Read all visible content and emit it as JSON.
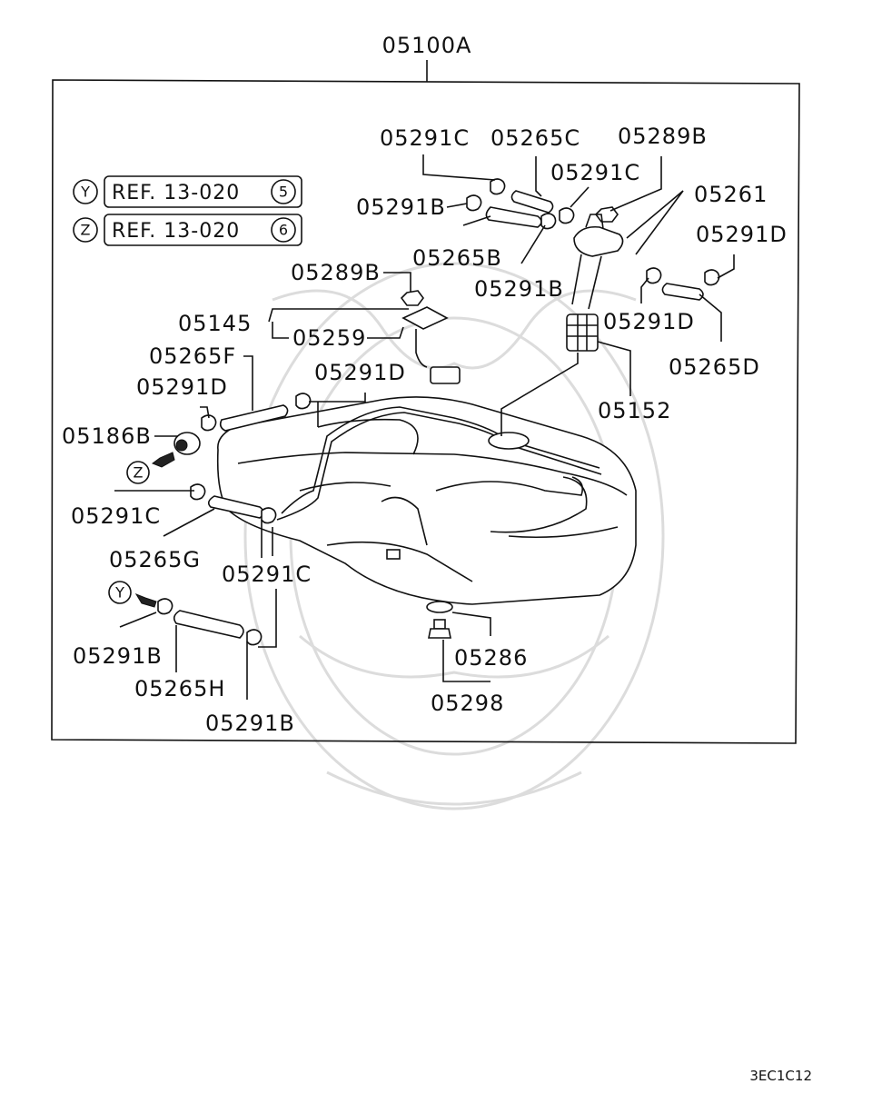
{
  "assembly_label": "05100A",
  "refs": [
    {
      "letter": "Y",
      "text": "REF. 13-020",
      "num": "5"
    },
    {
      "letter": "Z",
      "text": "REF. 13-020",
      "num": "6"
    }
  ],
  "arrow_markers": [
    "Z",
    "Y"
  ],
  "parts": {
    "p_05291C_a": "05291C",
    "p_05265C": "05265C",
    "p_05289B_a": "05289B",
    "p_05291C_b": "05291C",
    "p_05261": "05261",
    "p_05291B_a": "05291B",
    "p_05291D_a": "05291D",
    "p_05265B": "05265B",
    "p_05291B_b": "05291B",
    "p_05289B_b": "05289B",
    "p_05291D_b": "05291D",
    "p_05145": "05145",
    "p_05259": "05259",
    "p_05265D": "05265D",
    "p_05265F": "05265F",
    "p_05291D_c": "05291D",
    "p_05291D_d": "05291D",
    "p_05152": "05152",
    "p_05186B": "05186B",
    "p_05291C_c": "05291C",
    "p_05265G": "05265G",
    "p_05291C_d": "05291C",
    "p_05291B_c": "05291B",
    "p_05286": "05286",
    "p_05265H": "05265H",
    "p_05298": "05298",
    "p_05291B_d": "05291B"
  },
  "figure_code": "3EC1C12"
}
